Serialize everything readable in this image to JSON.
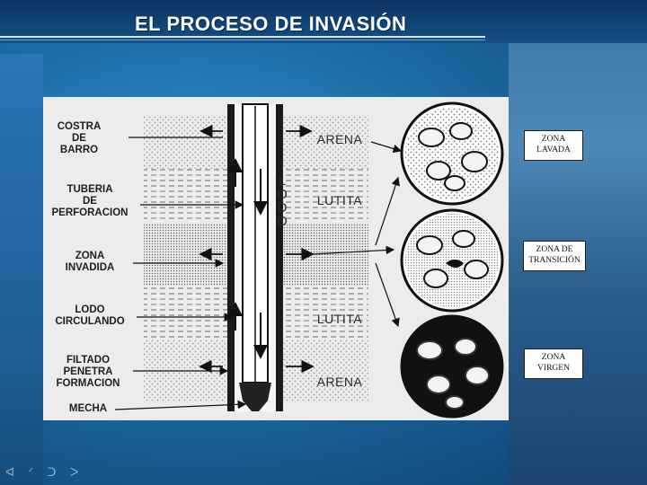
{
  "slide": {
    "title": "EL PROCESO DE INVASIÓN"
  },
  "diagram": {
    "left_labels": [
      {
        "lines": [
          "COSTRA",
          "DE",
          "BARRO"
        ]
      },
      {
        "lines": [
          "TUBERIA",
          "DE",
          "PERFORACION"
        ]
      },
      {
        "lines": [
          "ZONA",
          "INVADIDA"
        ]
      },
      {
        "lines": [
          "LODO",
          "CIRCULANDO"
        ]
      },
      {
        "lines": [
          "FILTADO",
          "PENETRA",
          "FORMACION"
        ]
      },
      {
        "lines": [
          "MECHA"
        ]
      }
    ],
    "formations": [
      "ARENA",
      "LUTITA",
      "LUTITA",
      "ARENA"
    ],
    "lodo_letters": [
      "L",
      "O",
      "D",
      "O"
    ]
  },
  "zones": [
    {
      "lines": [
        "ZONA",
        "LAVADA"
      ]
    },
    {
      "lines": [
        "ZONA DE",
        "TRANSICIÓN"
      ]
    },
    {
      "lines": [
        "ZONA",
        "VIRGEN"
      ]
    }
  ]
}
